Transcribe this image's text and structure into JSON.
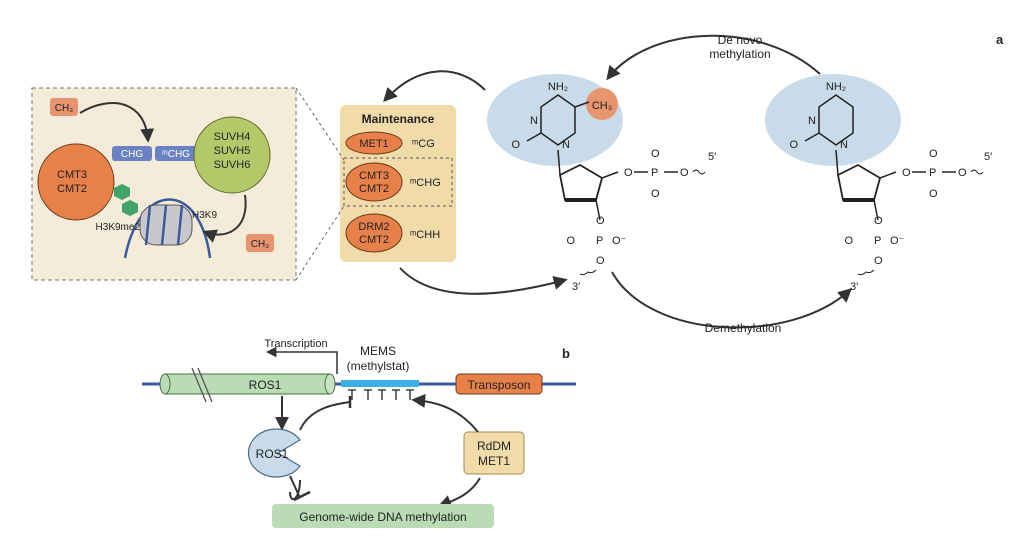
{
  "panel_a": {
    "label": "a",
    "de_novo": [
      "De novo",
      "methylation"
    ],
    "demethylation": "Demethylation",
    "maintenance": {
      "title": "Maintenance",
      "mCG": "ᵐCG",
      "MET1": "MET1",
      "mCHG": "ᵐCHG",
      "CMT3": "CMT3",
      "CMT2": "CMT2",
      "mCHH": "ᵐCHH",
      "DRM2": "DRM2"
    },
    "inset": {
      "SUVH4": "SUVH4",
      "SUVH5": "SUVH5",
      "SUVH6": "SUVH6",
      "CMT3": "CMT3",
      "CMT2": "CMT2",
      "CHG": "CHG",
      "mCHG": "ᵐCHG",
      "H3K9": "H3K9",
      "H3K9me2": "H3K9me2",
      "CH3_top": "CH₃",
      "CH3_bottom": "CH₃"
    },
    "nucleotide": {
      "NH2": "NH₂",
      "N": "N",
      "O": "O",
      "CH3": "CH₃",
      "P": "P",
      "O_minus": "O⁻",
      "five_prime": "5′",
      "three_prime": "3′"
    }
  },
  "panel_b": {
    "label": "b",
    "transcription": "Transcription",
    "mems": [
      "MEMS",
      "(methylstat)"
    ],
    "ROS1_gene": "ROS1",
    "transposon": "Transposon",
    "ROS1_protein": "ROS1",
    "rddm": [
      "RdDM",
      "MET1"
    ],
    "genome_wide": "Genome-wide DNA methylation"
  },
  "colors": {
    "blue_bubble": "#c9dbe8",
    "orange": "#e8804a",
    "green": "#b4c86a",
    "beige": "#f1dca9",
    "green_box": "#b9dcb5",
    "dna_blue": "#3a5a9c",
    "mems_bar": "#3db1e6"
  }
}
